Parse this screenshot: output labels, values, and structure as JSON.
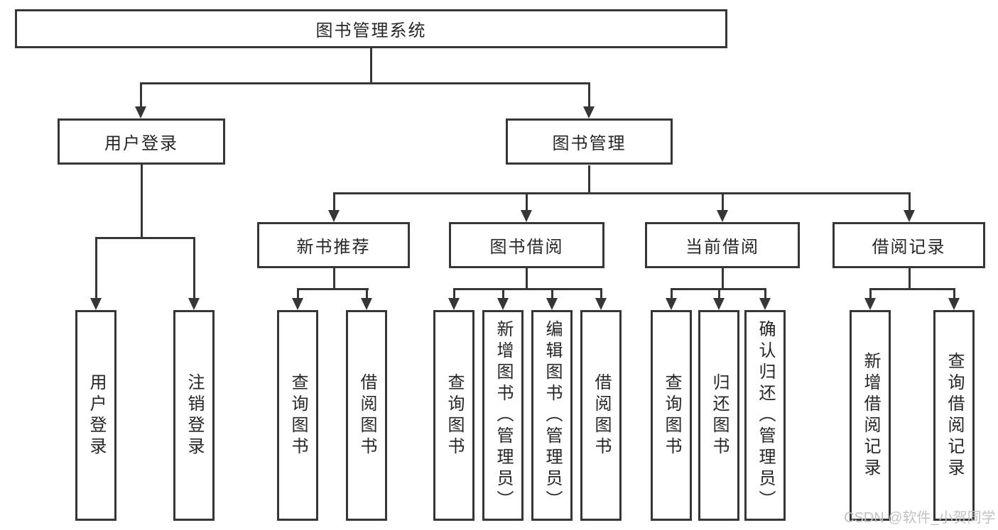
{
  "diagram_title": "图书管理系统",
  "colors": {
    "line": "#363636",
    "text": "#262626",
    "background": "#ffffff",
    "watermark": "#c2c2c2"
  },
  "watermark": {
    "text": "CSDN @软件_小贺同学"
  },
  "tree": {
    "root": {
      "label": "图书管理系统",
      "children": [
        {
          "label": "用户登录",
          "children": [
            {
              "label": "用户登录"
            },
            {
              "label": "注销登录"
            }
          ]
        },
        {
          "label": "图书管理",
          "children": [
            {
              "label": "新书推荐",
              "children": [
                {
                  "label": "查询图书"
                },
                {
                  "label": "借阅图书"
                }
              ]
            },
            {
              "label": "图书借阅",
              "children": [
                {
                  "label": "查询图书"
                },
                {
                  "label": "新增图书（管理员）"
                },
                {
                  "label": "编辑图书（管理员）"
                },
                {
                  "label": "借阅图书"
                }
              ]
            },
            {
              "label": "当前借阅",
              "children": [
                {
                  "label": "查询图书"
                },
                {
                  "label": "归还图书"
                },
                {
                  "label": "确认归还（管理员）"
                }
              ]
            },
            {
              "label": "借阅记录",
              "children": [
                {
                  "label": "新增借阅记录"
                },
                {
                  "label": "查询借阅记录"
                }
              ]
            }
          ]
        }
      ]
    }
  }
}
